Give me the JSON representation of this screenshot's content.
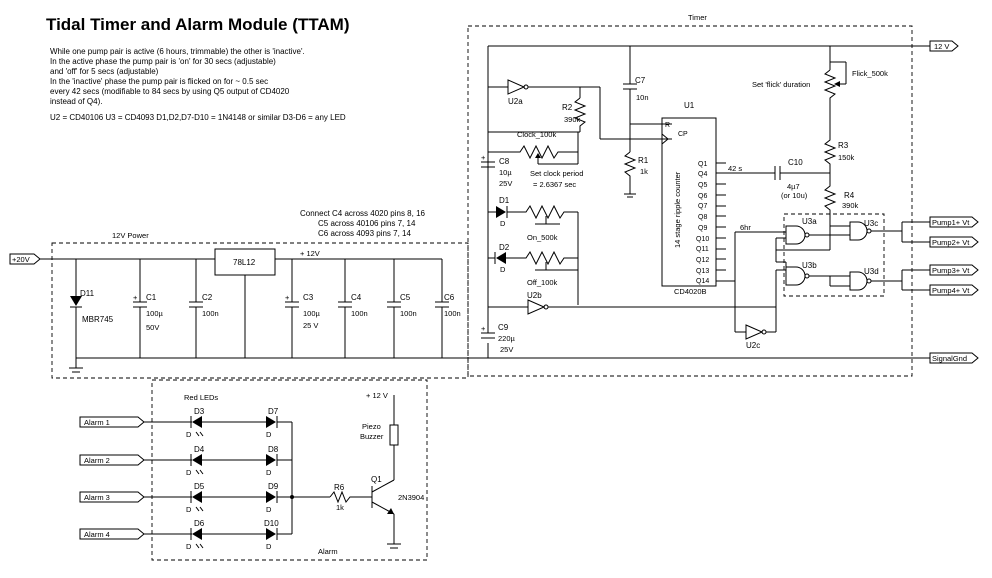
{
  "title": "Tidal Timer and Alarm Module (TTAM)",
  "notes": [
    "While one pump pair is active (6 hours, trimmable) the other is 'inactive'.",
    "In the active phase the pump pair is 'on' for 30 secs (adjustable)",
    "and 'off' for 5 secs (adjustable)",
    "In the 'inactive' phase the pump pair is flicked on for ~ 0.5 sec",
    "every 42 secs (modifiable to 84 secs by using Q5 output of CD4020",
    "instead of Q4)."
  ],
  "parts_note": "U2 = CD40106  U3 = CD4093    D1,D2,D7-D10 = 1N4148 or similar  D3-D6 = any LED",
  "decoupling_notes": [
    "Connect C4 across 4020 pins 8, 16",
    "C5 across 40106 pins 7, 14",
    "C6 across 4093 pins 7, 14"
  ],
  "sections": {
    "timer": "Timer",
    "power": "12V Power",
    "alarm": "Alarm",
    "red_leds": "Red LEDs"
  },
  "rails": {
    "v12": "12 V",
    "v12_alarm": "+ 12 V",
    "v12_power": "+ 12V",
    "v20": "+20V",
    "gnd": "SignalGnd"
  },
  "outputs": [
    "Pump1+ Vt",
    "Pump2+ Vt",
    "Pump3+ Vt",
    "Pump4+ Vt"
  ],
  "alarm_inputs": [
    "Alarm 1",
    "Alarm 2",
    "Alarm 3",
    "Alarm 4"
  ],
  "power": {
    "d11": "D11",
    "d11_type": "MBR745",
    "c1": "C1",
    "c1_val": "100µ",
    "c1_v": "50V",
    "c2": "C2",
    "c2_val": "100n",
    "reg": "78L12",
    "c3": "C3",
    "c3_val": "100µ",
    "c3_v": "25 V",
    "c4": "C4",
    "c4_val": "100n",
    "c5": "C5",
    "c5_val": "100n",
    "c6": "C6",
    "c6_val": "100n"
  },
  "timer": {
    "u2a": "U2a",
    "u2b": "U2b",
    "u2c": "U2c",
    "r2": "R2",
    "r2_val": "390k",
    "clock_pot": "Clock_100k",
    "c8": "C8",
    "c8_val": "10µ",
    "c8_v": "25V",
    "c7": "C7",
    "c7_val": "10n",
    "r1": "R1",
    "r1_val": "1k",
    "clock_note": "Set clock period",
    "clock_period": "= 2.6367 sec",
    "d1": "D1",
    "d1_t": "D",
    "on_pot": "On_500k",
    "d2": "D2",
    "d2_t": "D",
    "off_pot": "Off_100k",
    "c9": "C9",
    "c9_val": "220µ",
    "c9_v": "25V",
    "u1": "U1",
    "u1_desc": "14 stage ripple counter",
    "u1_part": "CD4020B",
    "pin_r": "R",
    "pin_cp": "CP",
    "q_pins": [
      "Q1",
      "Q4",
      "Q5",
      "Q6",
      "Q7",
      "Q8",
      "Q9",
      "Q10",
      "Q11",
      "Q12",
      "Q13",
      "Q14"
    ],
    "q4_period": "42 s",
    "q14_period": "6hr",
    "c10": "C10",
    "c10_val": "4µ7",
    "c10_alt": "(or 10u)",
    "flick_note": "Set 'flick' duration",
    "flick_pot": "Flick_500k",
    "r3": "R3",
    "r3_val": "150k",
    "r4": "R4",
    "r4_val": "390k",
    "u3a": "U3a",
    "u3b": "U3b",
    "u3c": "U3c",
    "u3d": "U3d"
  },
  "alarm": {
    "leds": [
      "D3",
      "D4",
      "D5",
      "D6"
    ],
    "diodes": [
      "D7",
      "D8",
      "D9",
      "D10"
    ],
    "diode_t": "D",
    "r6": "R6",
    "r6_val": "1k",
    "q1": "Q1",
    "q1_type": "2N3904",
    "buzzer_1": "Piezo",
    "buzzer_2": "Buzzer"
  }
}
